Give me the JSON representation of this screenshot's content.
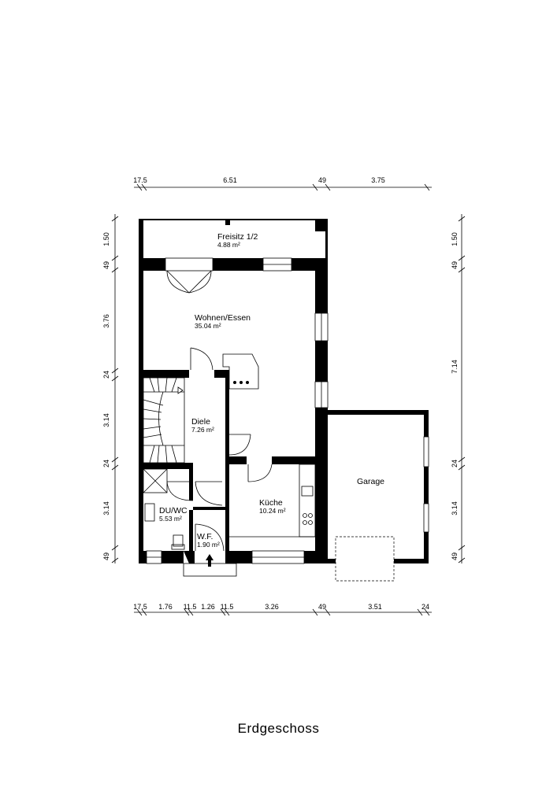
{
  "title": "Erdgeschoss",
  "rooms": [
    {
      "name": "Freisitz 1/2",
      "area": "4.88 m²"
    },
    {
      "name": "Wohnen/Essen",
      "area": "35.04 m²"
    },
    {
      "name": "Diele",
      "area": "7.26 m²"
    },
    {
      "name": "Küche",
      "area": "10.24 m²"
    },
    {
      "name": "DU/WC",
      "area": "5.53 m²"
    },
    {
      "name": "W.F.",
      "area": "1.90 m²"
    },
    {
      "name": "Garage",
      "area": ""
    }
  ],
  "dimensions": {
    "top": [
      "17.5",
      "6.51",
      "49",
      "3.75"
    ],
    "bottom": [
      "17.5",
      "1.76",
      "11.5",
      "1.26",
      "11.5",
      "3.26",
      "49",
      "3.51",
      "24"
    ],
    "left": [
      "1.50",
      "49",
      "3.76",
      "24",
      "3.14",
      "24",
      "3.14",
      "49"
    ],
    "right": [
      "1.50",
      "49",
      "7.14",
      "24",
      "3.14",
      "49"
    ]
  }
}
